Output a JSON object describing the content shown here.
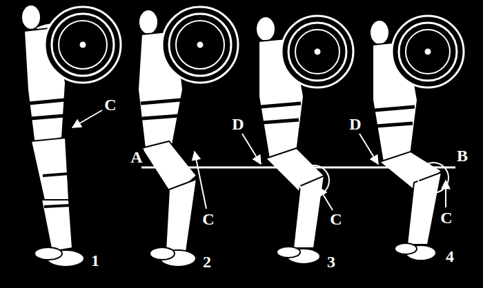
{
  "diagram": {
    "labels": [
      "C",
      "D",
      "D",
      "A",
      "B",
      "C",
      "C",
      "C",
      "1",
      "2",
      "3",
      "4"
    ]
  }
}
